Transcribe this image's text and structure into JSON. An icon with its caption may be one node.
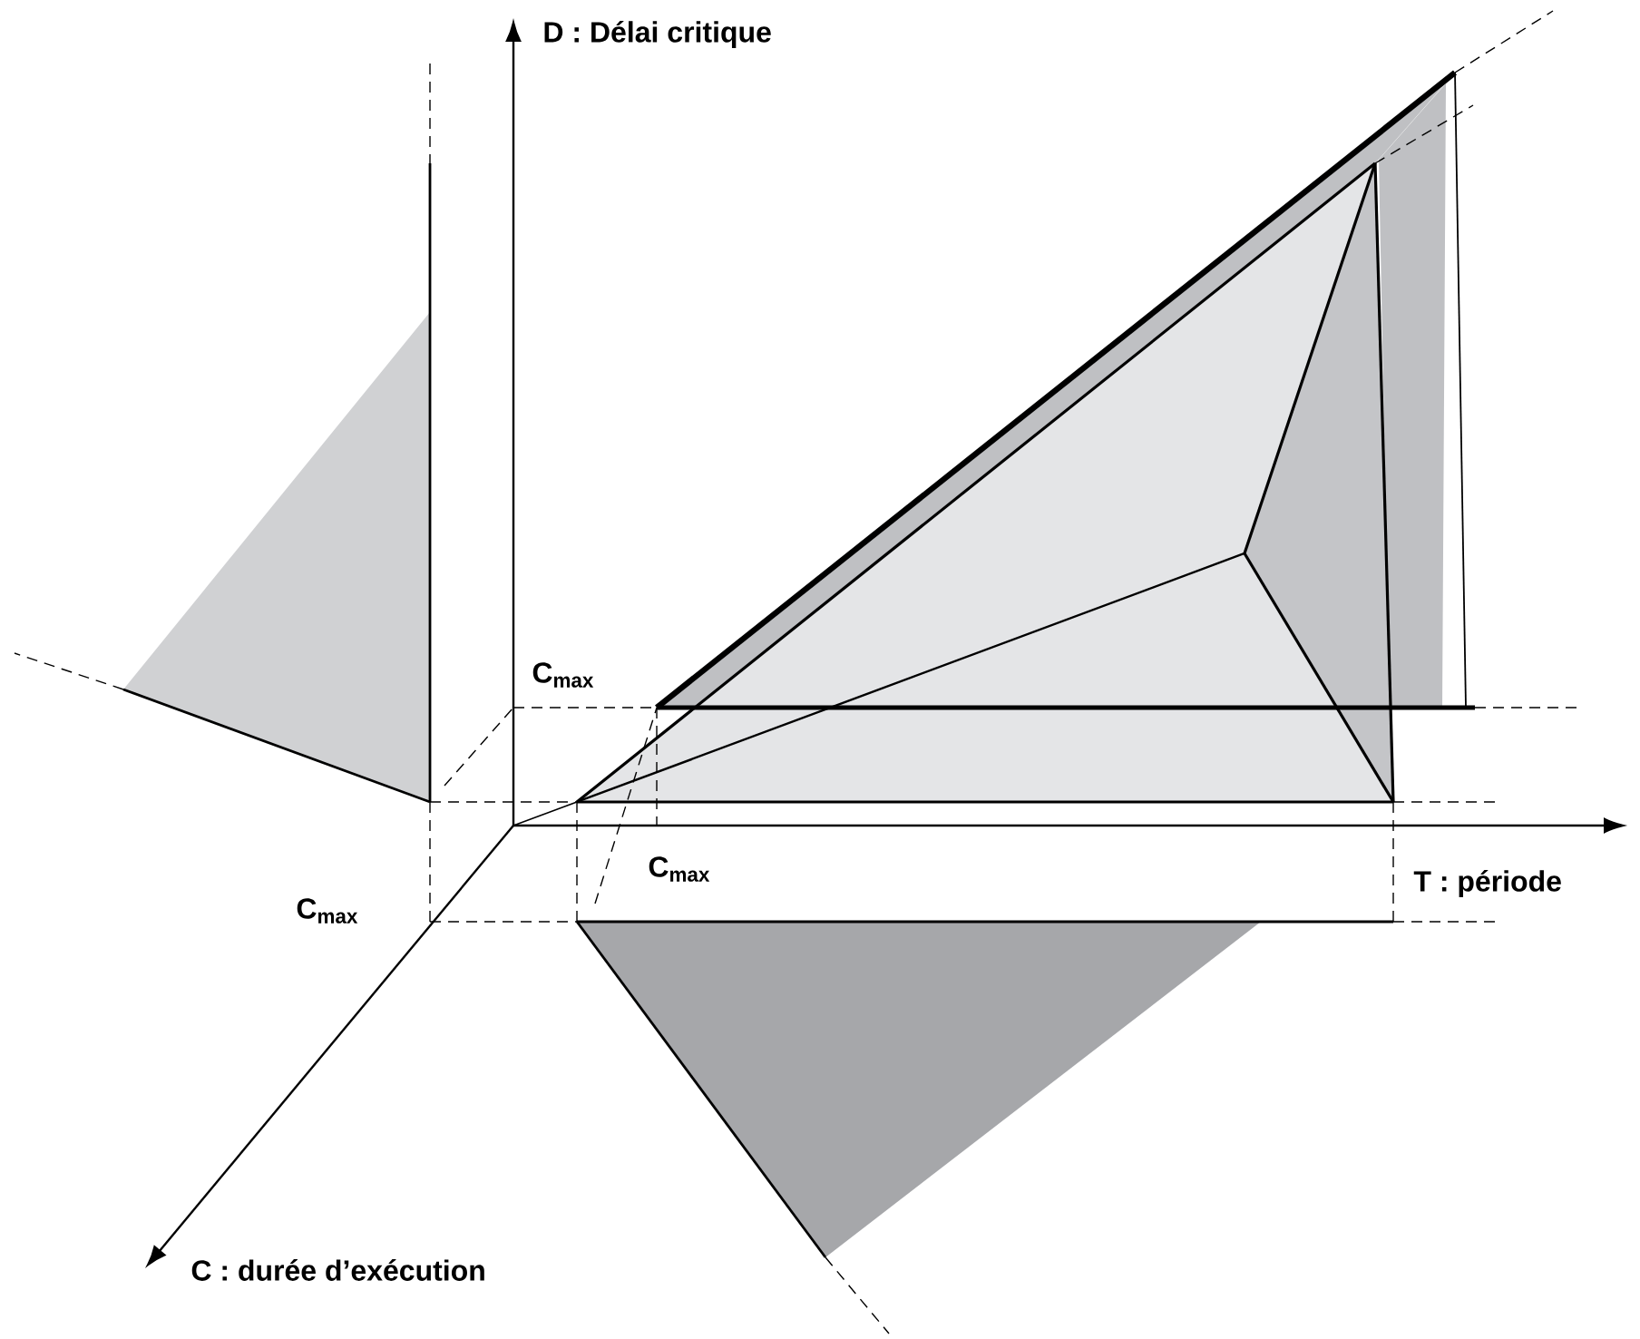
{
  "diagram": {
    "labels": [
      "D : Délai critique",
      "C$_{max}$",
      "C$_{max}$",
      "T : période",
      "C$_{max}$",
      "C : durée d’exécution"
    ]
  }
}
